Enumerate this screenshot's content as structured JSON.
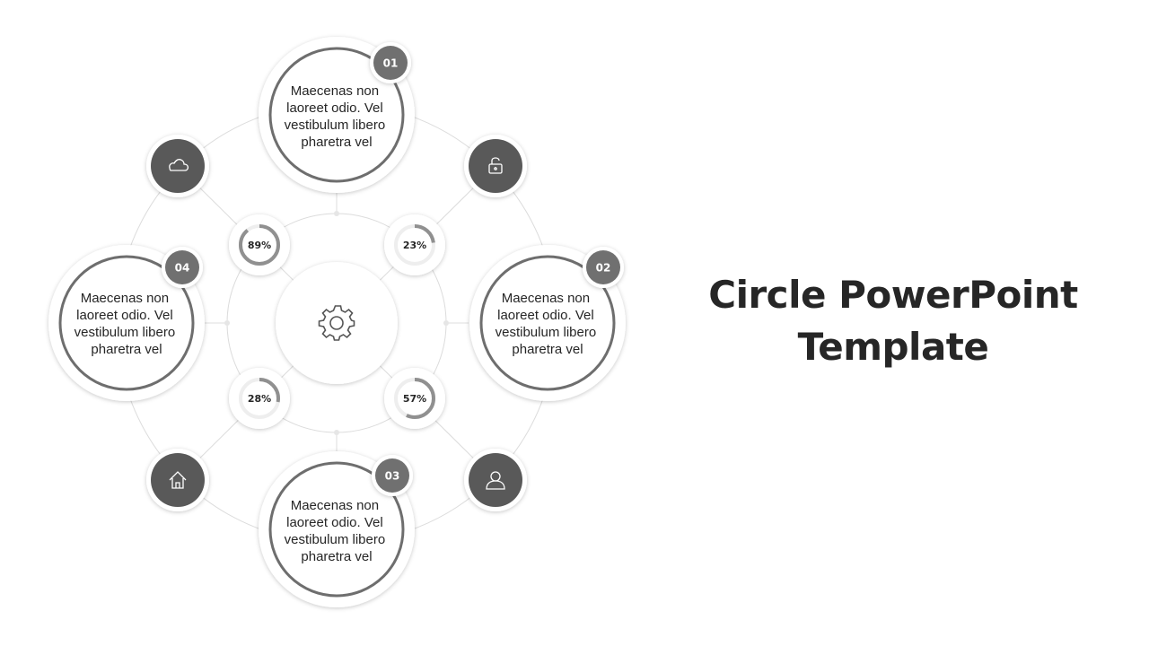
{
  "title": {
    "line1": "Circle PowerPoint",
    "line2": "Template"
  },
  "colors": {
    "dark": "#595959",
    "ring": "#6e6e6e",
    "badge": "#707070",
    "line": "#d9d9d9",
    "text": "#262626"
  },
  "items": [
    {
      "number": "01",
      "lines": [
        "Maecenas non",
        "laoreet odio. Vel",
        "vestibulum libero",
        "pharetra vel"
      ]
    },
    {
      "number": "02",
      "lines": [
        "Maecenas non",
        "laoreet odio. Vel",
        "vestibulum libero",
        "pharetra vel"
      ]
    },
    {
      "number": "03",
      "lines": [
        "Maecenas non",
        "laoreet odio. Vel",
        "vestibulum libero",
        "pharetra vel"
      ]
    },
    {
      "number": "04",
      "lines": [
        "Maecenas non",
        "laoreet odio. Vel",
        "vestibulum libero",
        "pharetra vel"
      ]
    }
  ],
  "icons": [
    {
      "name": "cloud-icon"
    },
    {
      "name": "unlock-icon"
    },
    {
      "name": "user-icon"
    },
    {
      "name": "home-icon"
    }
  ],
  "center_icon": "gear-icon",
  "progress": [
    {
      "label": "89%",
      "value": 0.89
    },
    {
      "label": "23%",
      "value": 0.23
    },
    {
      "label": "57%",
      "value": 0.57
    },
    {
      "label": "28%",
      "value": 0.28
    }
  ]
}
